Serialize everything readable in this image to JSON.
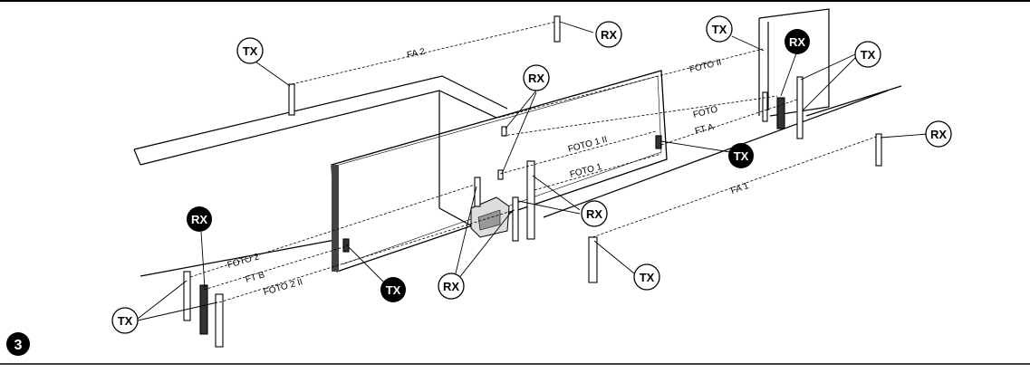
{
  "figure": {
    "number": "3",
    "line_color": "#000000",
    "background": "#ffffff"
  },
  "labels": {
    "tx_top_left": "TX",
    "rx_top_center": "RX",
    "tx_top_right": "TX",
    "rx_top_right_black": "RX",
    "tx_right_cluster": "TX",
    "rx_gate_top": "RX",
    "rx_far_right": "RX",
    "tx_black_right": "TX",
    "rx_center_posts": "RX",
    "rx_center_bottom": "RX",
    "tx_bottom_center": "TX",
    "rx_black_left": "RX",
    "tx_black_left": "TX",
    "tx_bottom_left": "TX"
  },
  "beams": {
    "fa2": "FA 2",
    "foto_ii": "FOTO II",
    "foto": "FOTO",
    "ft_a": "FT  A",
    "foto_1_ii": "FOTO 1 II",
    "foto_1": "FOTO 1",
    "fa1": "FA 1",
    "foto_2": "FOTO 2",
    "ft_b": "FT  B",
    "foto_2_ii": "FOTO 2 II"
  }
}
